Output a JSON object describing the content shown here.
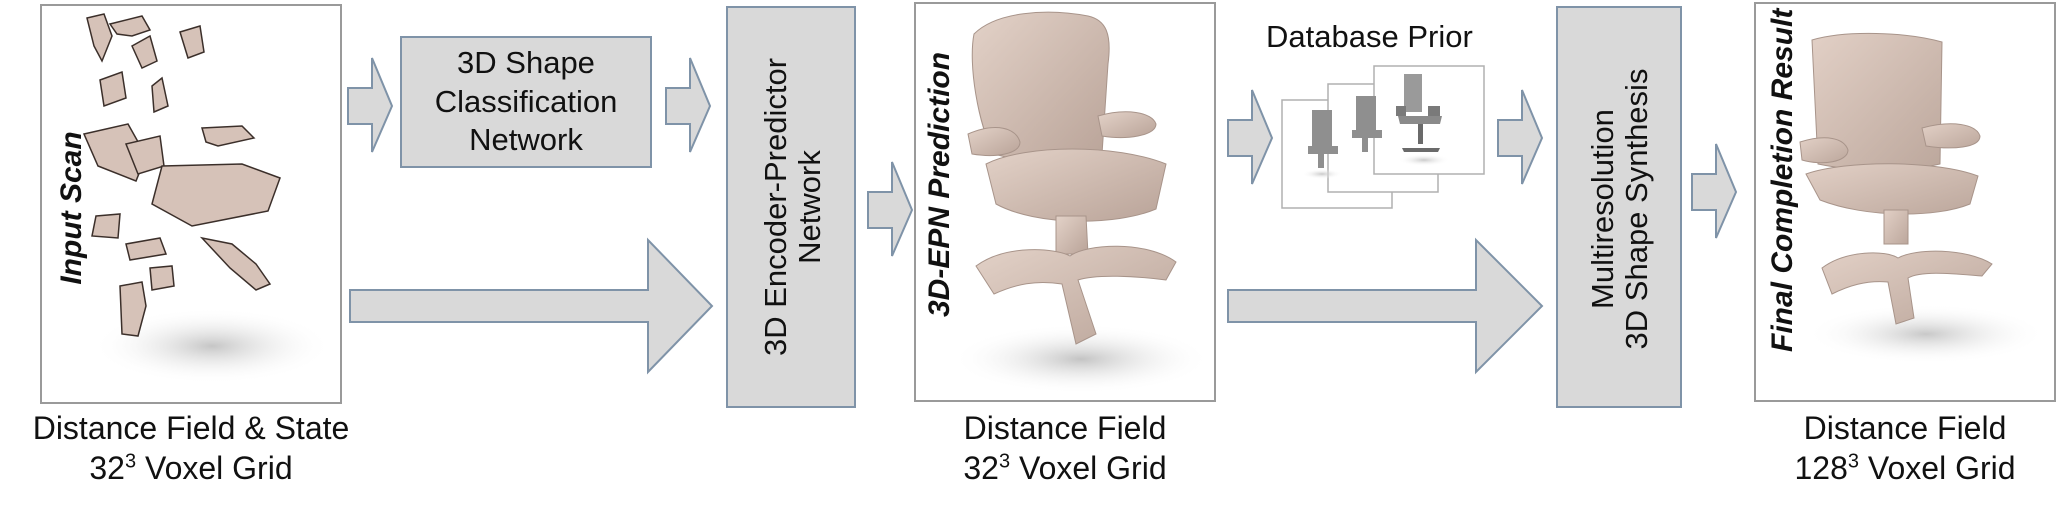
{
  "input_panel": {
    "label": "Input Scan",
    "caption_line1": "Distance Field & State",
    "caption_line2_base": "32",
    "caption_line2_exp": "3",
    "caption_line2_rest": " Voxel Grid"
  },
  "classification_box": {
    "label_line1": "3D Shape",
    "label_line2": "Classification",
    "label_line3": "Network"
  },
  "encoder_box": {
    "label_line1": "3D Encoder-Predictor",
    "label_line2": "Network"
  },
  "prediction_panel": {
    "label": "3D-EPN Prediction",
    "caption_line1": "Distance Field",
    "caption_line2_base": "32",
    "caption_line2_exp": "3",
    "caption_line2_rest": " Voxel Grid"
  },
  "database": {
    "label": "Database Prior"
  },
  "synthesis_box": {
    "label_line1": "Multiresolution",
    "label_line2": "3D Shape Synthesis"
  },
  "final_panel": {
    "label": "Final Completion Result",
    "caption_line1": "Distance Field",
    "caption_line2_base": "128",
    "caption_line2_exp": "3",
    "caption_line2_rest": " Voxel Grid"
  },
  "colors": {
    "arrow_fill": "#d9d9d9",
    "arrow_stroke": "#7f93a8",
    "box_fill": "#d9d9d9",
    "chair": "#d6c2b8",
    "chair_dark": "#b49f95"
  }
}
